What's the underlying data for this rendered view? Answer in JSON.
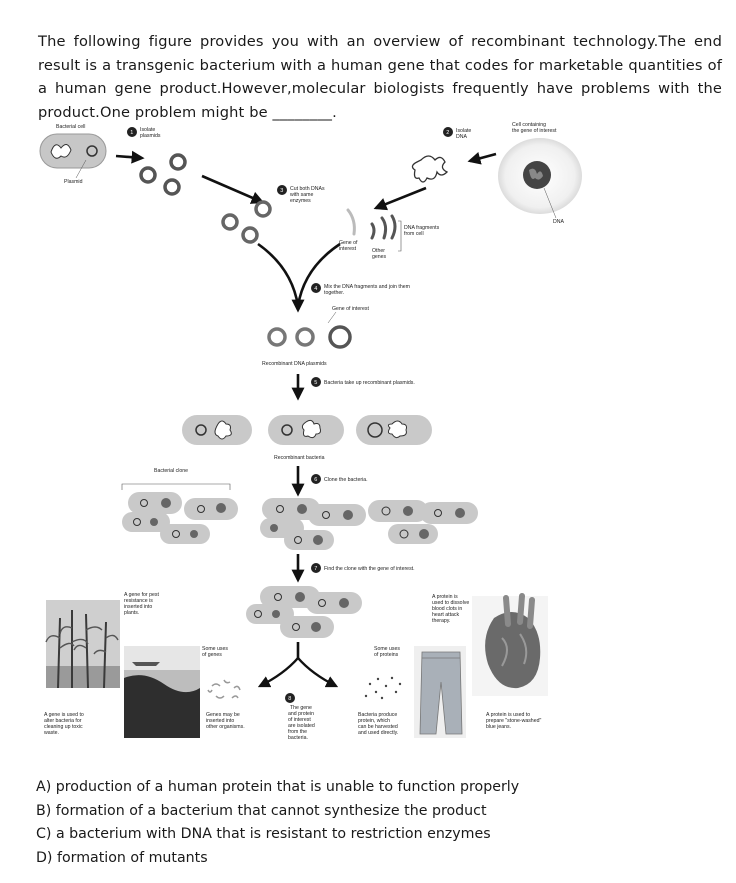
{
  "question": {
    "text": "The following figure provides you with an overview of recombinant technology.The end result is a transgenic bacterium with a human gene that codes for marketable quantities of a human gene product.However,molecular biologists frequently have problems with the product.One problem might be ________."
  },
  "figure": {
    "step_numbers": [
      "1",
      "2",
      "3",
      "4",
      "5",
      "6",
      "7",
      "8"
    ],
    "labels": {
      "bacterial_cell": "Bacterial cell",
      "plasmid": "Plasmid",
      "isolate_plasmids": [
        "Isolate",
        "plasmids"
      ],
      "cell_containing": [
        "Cell containing",
        "the gene of interest"
      ],
      "isolate_dna": [
        "Isolate",
        "DNA"
      ],
      "dna": "DNA",
      "cut_both": [
        "Cut both DNAs",
        "with same",
        "enzymes"
      ],
      "dna_fragments": [
        "DNA fragments",
        "from cell"
      ],
      "gene_of_interest_frag": [
        "Gene of",
        "interest"
      ],
      "other_genes": [
        "Other",
        "genes"
      ],
      "mix": [
        "Mix the DNA fragments and join them",
        "together."
      ],
      "gene_of_interest": "Gene of interest",
      "recombinant_plasmids": "Recombinant DNA plasmids",
      "take_up": "Bacteria take up recombinant plasmids.",
      "recombinant_bacteria": "Recombinant bacteria",
      "bacterial_clone": "Bacterial clone",
      "clone_bacteria": "Clone the bacteria.",
      "find_clone": "Find the clone with the gene of interest.",
      "gene_pest": [
        "A gene for pest",
        "resistance is",
        "inserted into",
        "plants."
      ],
      "some_uses_genes": [
        "Some uses",
        "of genes"
      ],
      "some_uses_proteins": [
        "Some uses",
        "of proteins"
      ],
      "protein_dissolve": [
        "A protein is",
        "used to dissolve",
        "blood clots in",
        "heart attack",
        "therapy."
      ],
      "genes_inserted": [
        "Genes may be",
        "inserted into",
        "other organisms."
      ],
      "gene_protein_isolated": [
        "The gene",
        "and protein",
        "of interest",
        "are isolated",
        "from the",
        "bacteria."
      ],
      "bacteria_produce": [
        "Bacteria produce",
        "protein, which",
        "can be harvested",
        "and used directly."
      ],
      "gene_toxic_waste": [
        "A gene is used to",
        "alter bacteria for",
        "cleaning up toxic",
        "waste."
      ],
      "protein_jeans": [
        "A protein is used to",
        "prepare \"stone-washed\"",
        "blue jeans."
      ]
    }
  },
  "options": [
    "A) production of a human protein that is unable to function properly",
    "B) formation of a bacterium that cannot synthesize the product",
    "C) a bacterium with DNA that is resistant to restriction enzymes",
    "D) formation of mutants"
  ]
}
